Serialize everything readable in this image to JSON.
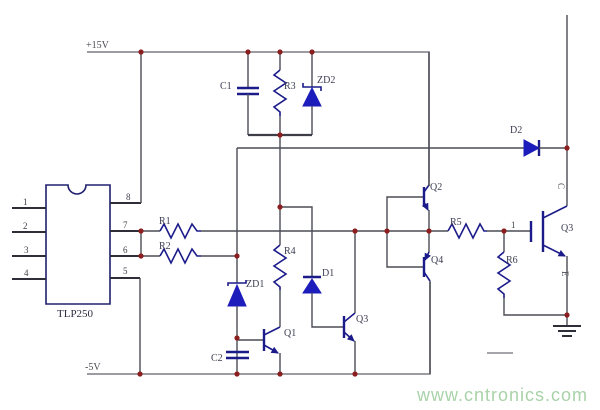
{
  "colors": {
    "background": "#ffffff",
    "wire": "#4b4b55",
    "rail": "#7b7b84",
    "component_stroke": "#1b1b8a",
    "diode_fill": "#1d1dbb",
    "junction_dot": "#8b1f1f",
    "label_text": "#3c3c52",
    "watermark_green": "#a9d2a9"
  },
  "power": {
    "positive": "+15V",
    "negative": "-5V"
  },
  "ic": {
    "part": "TLP250",
    "left_pins": [
      "1",
      "2",
      "3",
      "4"
    ],
    "right_pins": [
      "8",
      "7",
      "6",
      "5"
    ]
  },
  "refs": {
    "r1": "R1",
    "r2": "R2",
    "r3": "R3",
    "r4": "R4",
    "r5": "R5",
    "r6": "R6",
    "c1": "C1",
    "c2": "C2",
    "zd1": "ZD1",
    "zd2": "ZD2",
    "d1": "D1",
    "d2": "D2",
    "q1": "Q1",
    "q2": "Q2",
    "q4": "Q4",
    "q3_small": "Q3",
    "q3_igbt": "Q3",
    "gate_pin": "1",
    "collector_terminal": "C",
    "emitter_terminal": "E"
  },
  "watermark": {
    "text": "www.cntronics.com"
  }
}
